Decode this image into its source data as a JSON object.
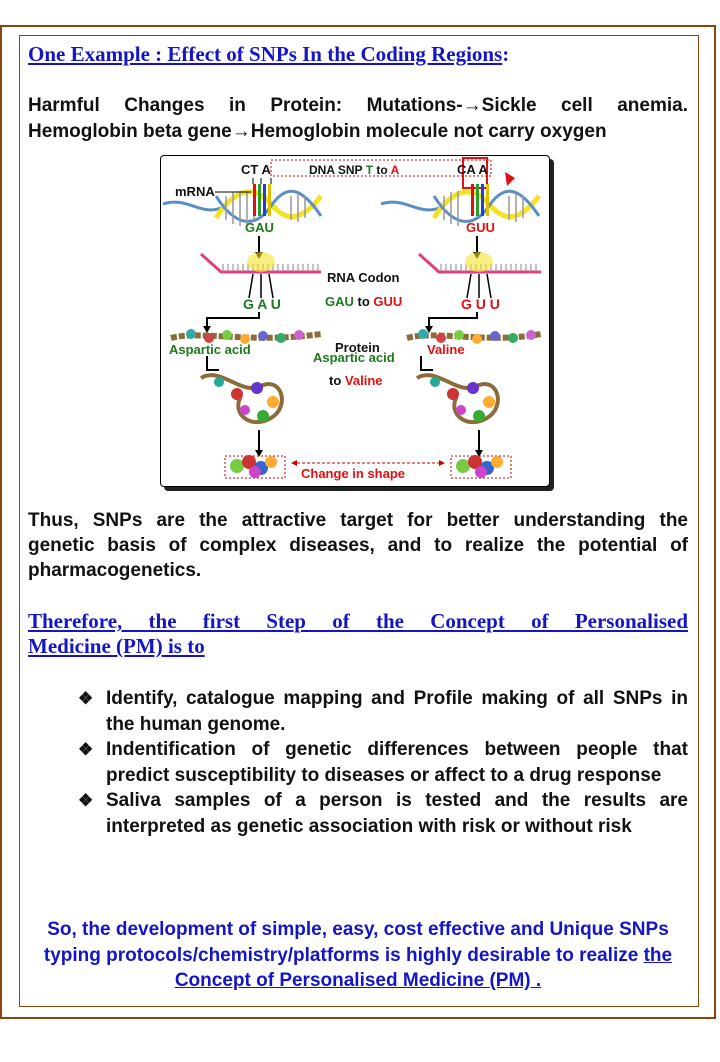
{
  "heading_1": {
    "text": "One Example : Effect of SNPs In the Coding Regions",
    "suffix": ":"
  },
  "harmful": {
    "line1_a": "Harmful Changes in Protein: Mutations-",
    "line1_b": "Sickle cell anemia.",
    "line2_a": "Hemoglobin beta gene",
    "line2_b": "Hemoglobin molecule not carry oxygen",
    "arrow_glyph": "→"
  },
  "figure": {
    "left_codon_top": "CT  A",
    "right_codon_top": "CA  A",
    "dna_snp_label": "DNA SNP",
    "dna_snp_from": "T",
    "dna_snp_to_word": "to",
    "dna_snp_to": "A",
    "mrna_label": "mRNA",
    "left_codon_mid": "GAU",
    "right_codon_mid": "GUU",
    "rna_codon_label": "RNA Codon",
    "rna_from": "GAU",
    "rna_to_word": "to",
    "rna_to": "GUU",
    "left_codon_low": "G A U",
    "right_codon_low": "G U U",
    "left_amino": "Aspartic acid",
    "right_amino": "Valine",
    "protein_label": "Protein",
    "protein_from": "Aspartic acid",
    "protein_to_word": "to",
    "protein_to": "Valine",
    "shape_label": "Change in shape",
    "colors": {
      "green": "#1b7a1b",
      "red": "#e01010",
      "helix_yellow": "#f2e22a",
      "mrna_pink": "#e0407f",
      "dna_blue": "#5b8ec7"
    }
  },
  "thus": {
    "line1": "Thus, SNPs are the attractive target for better understanding the",
    "line2": "genetic basis of complex diseases, and to realize the potential of",
    "line3": "pharmacogenetics."
  },
  "heading_2": {
    "line1": "Therefore, the first Step of the Concept of Personalised",
    "line2": "Medicine (PM) is  to"
  },
  "bullets": [
    {
      "glyph": "❖",
      "text": "Identify, catalogue mapping and Profile making of all SNPs in the human genome."
    },
    {
      "glyph": "❖",
      "text": "Indentification of genetic differences between people that predict susceptibility to diseases or affect to a drug response"
    },
    {
      "glyph": "❖",
      "text": "Saliva samples of a person is tested and the results are interpreted as genetic association with risk or without risk"
    }
  ],
  "conclusion": {
    "text_a": "So, the development of simple, easy, cost effective and Unique SNPs typing protocols/chemistry/platforms  is highly desirable to realize ",
    "text_link": "the Concept of Personalised Medicine (PM) .",
    "color": "#1515c8"
  },
  "theme": {
    "border": "#8b4513",
    "heading": "#1515c8"
  }
}
